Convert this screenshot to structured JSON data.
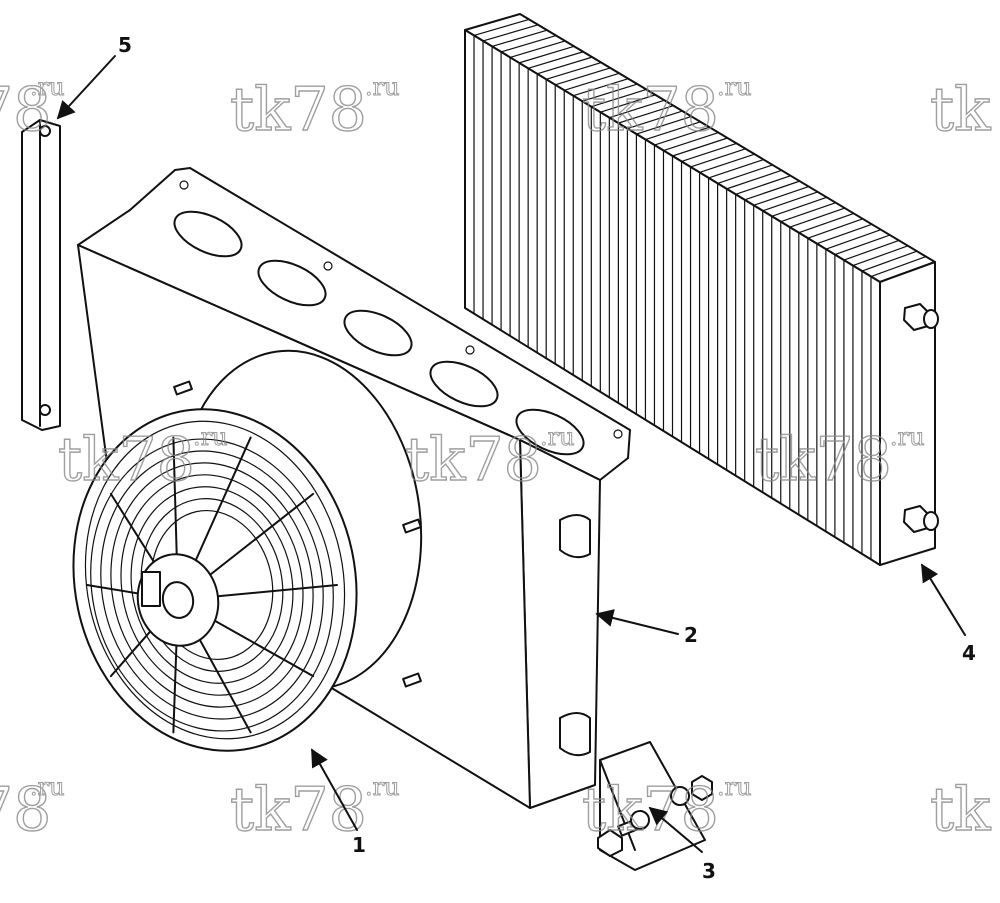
{
  "callouts": {
    "c1": "1",
    "c2": "2",
    "c3": "3",
    "c4": "4",
    "c5": "5"
  },
  "watermark": {
    "main": "tk78",
    "suffix": ".ru"
  }
}
